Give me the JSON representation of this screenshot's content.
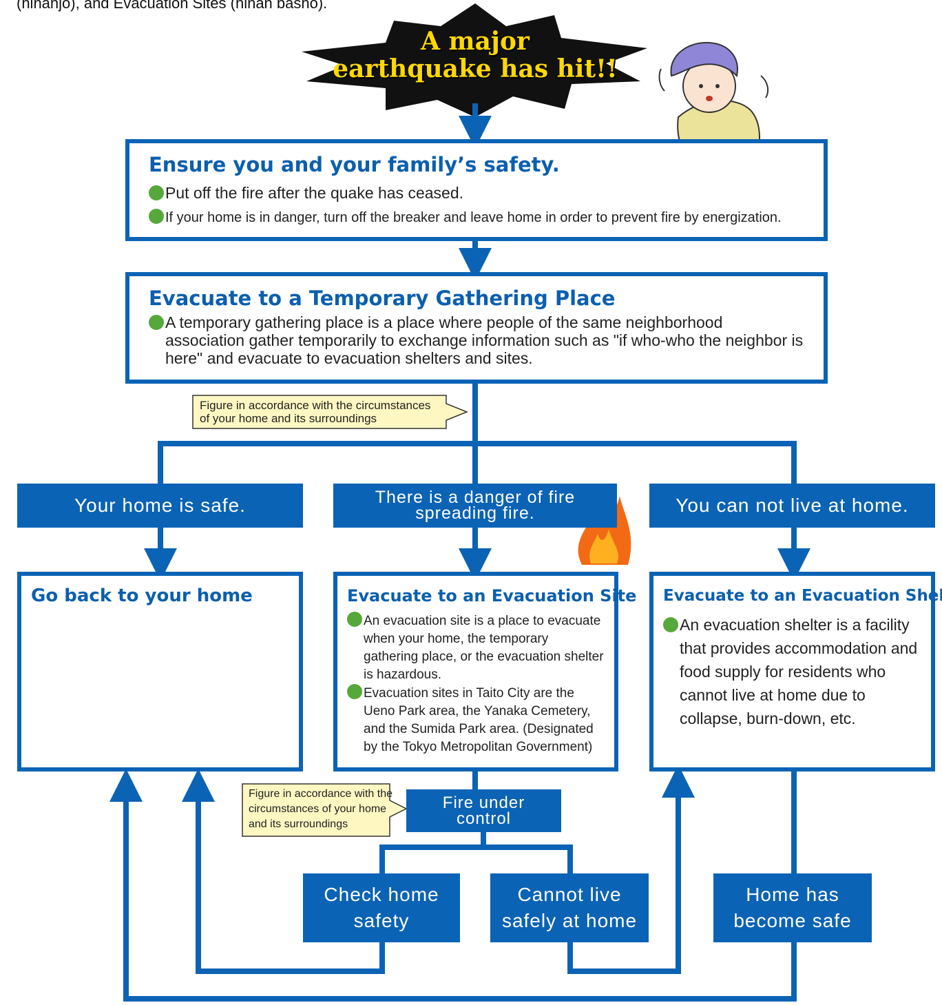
{
  "intro_text": "(hinanjo), and Evacuation Sites (hinan basho).",
  "burst": {
    "line1": "A major",
    "line2": "earthquake has hit!!"
  },
  "step_safety": {
    "title": "Ensure you and your family’s safety.",
    "bullets": [
      "Put off the fire after the quake has ceased.",
      "If your home is in danger, turn off the breaker and leave home in order to prevent fire by energization."
    ]
  },
  "step_gathering": {
    "title": "Evacuate to a Temporary Gathering Place",
    "bullet": "A temporary gathering place is a place where people of the same neighborhood association gather temporarily to exchange information such as \"if who-who the neighbor is here\" and evacuate to evacuation shelters and sites."
  },
  "callout_top": {
    "line1": "Figure in accordance with the circumstances",
    "line2": "of your home and its surroundings"
  },
  "conditions": {
    "home_safe": "Your home is safe.",
    "fire_danger_line1": "There is a danger of fire",
    "fire_danger_line2": "spreading fire.",
    "cannot_live": "You can not live at home."
  },
  "outcome_home": {
    "title": "Go back to your home"
  },
  "outcome_site": {
    "title": "Evacuate to an Evacuation Site",
    "bullets": [
      "An evacuation site is a place to evacuate when your home, the temporary gathering place, or the evacuation shelter is hazardous.",
      "Evacuation sites in Taito City are the Ueno Park area, the Yanaka Cemetery, and the Sumida Park area.  (Designated by the Tokyo Metropolitan Government)"
    ]
  },
  "outcome_shelter": {
    "title": "Evacuate to an Evacuation Shelter",
    "bullet": "An evacuation shelter is a facility that provides accommodation and food supply for residents who cannot live at home due to collapse, burn-down, etc."
  },
  "callout_bottom": {
    "line1": "Figure in accordance with the",
    "line2": "circumstances of your home",
    "line3": "and its surroundings"
  },
  "fire_control": {
    "line1": "Fire under",
    "line2": "control"
  },
  "bottom_boxes": {
    "check_line1": "Check home",
    "check_line2": "safety",
    "cannot_line1": "Cannot live",
    "cannot_line2": "safely at home",
    "safe_line1": "Home has",
    "safe_line2": "become safe"
  },
  "colors": {
    "flow_blue": "#0b63b5",
    "title_blue": "#0b5fae",
    "bullet_green": "#56a83b",
    "house_green": "#4ea63a",
    "burst_yellow": "#ffd800",
    "callout_yellow": "#fff7c2"
  }
}
